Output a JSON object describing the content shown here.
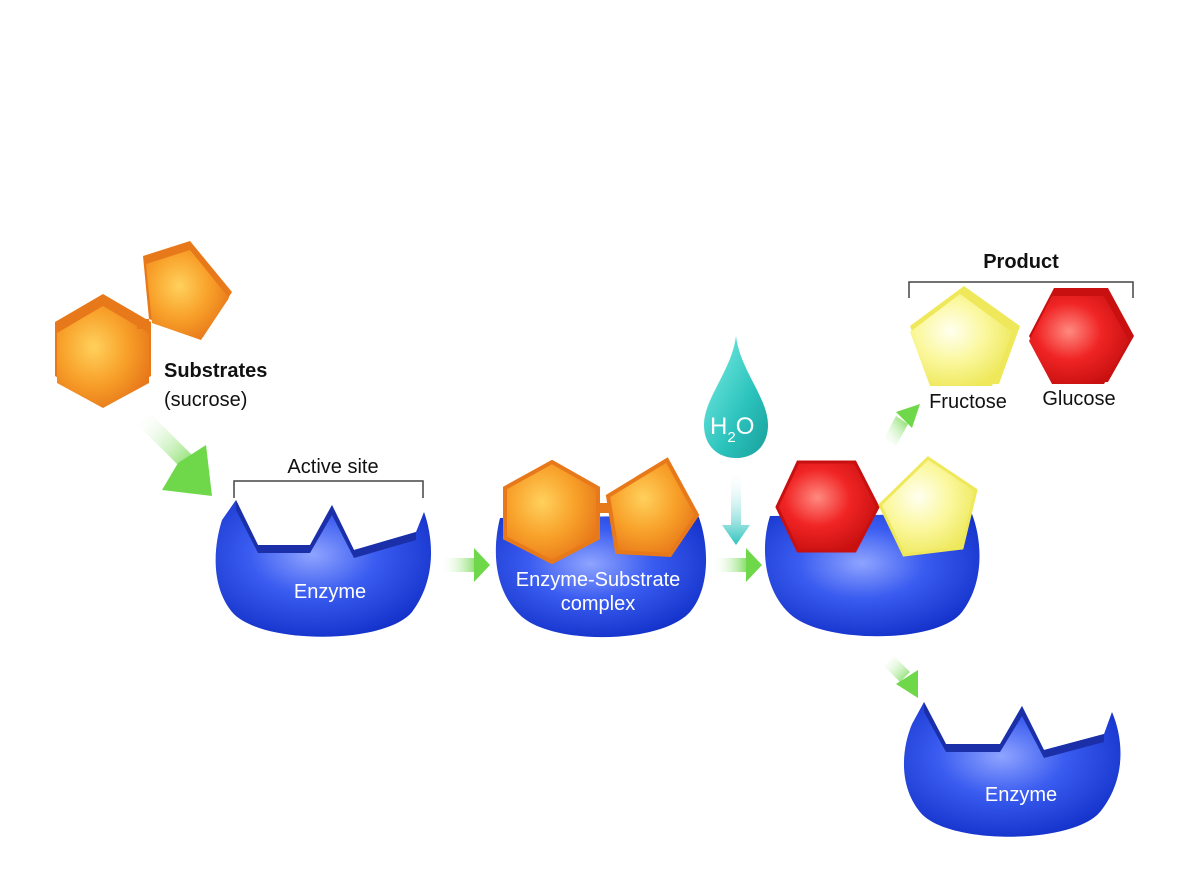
{
  "labels": {
    "substrates": "Substrates",
    "sucrose": "(sucrose)",
    "active_site": "Active site",
    "enzyme": "Enzyme",
    "complex_line1": "Enzyme-Substrate",
    "complex_line2": "complex",
    "water_h": "H",
    "water_sub": "2",
    "water_o": "O",
    "product": "Product",
    "fructose": "Fructose",
    "glucose": "Glucose",
    "enzyme_released": "Enzyme"
  },
  "colors": {
    "enzyme": "#2a4fe0",
    "substrate": "#f08a1c",
    "glucose": "#e81c1c",
    "fructose": "#f5f06a",
    "water": "#2fc4c0",
    "arrow": "#7ed957"
  }
}
